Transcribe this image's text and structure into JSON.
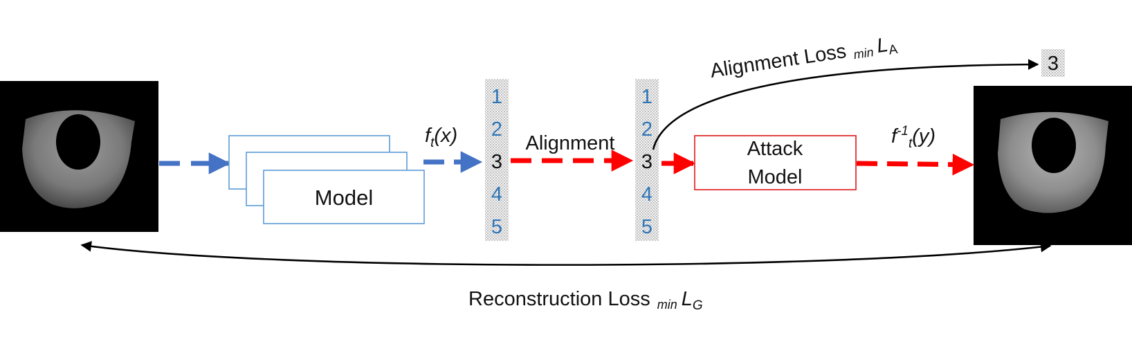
{
  "diagram": {
    "model_label": "Model",
    "attack_model_label": [
      "Attack",
      "Model"
    ],
    "feature_label": {
      "main": "f",
      "sub": "t",
      "arg": "(x)"
    },
    "inverse_label": {
      "main": "f",
      "sup": "-1",
      "sub": "t",
      "arg": "(y)"
    },
    "alignment_label": "Alignment",
    "alignment_loss": {
      "text": "Alignment Loss",
      "min": "min",
      "sym": "L",
      "sub": "A"
    },
    "reconstruction_loss": {
      "text": "Reconstruction Loss",
      "min": "min",
      "sym": "L",
      "sub": "G"
    },
    "feature_vector_1": [
      "1",
      "2",
      "3",
      "4",
      "5"
    ],
    "feature_vector_2": [
      "1",
      "2",
      "3",
      "4",
      "5"
    ],
    "target_value": "3",
    "highlight_index": 2,
    "colors": {
      "blue": "#4472c4",
      "red": "#ff0000",
      "model_box": "#5b9bd5",
      "attack_box": "#e03030",
      "num_blue": "#2e75b6"
    },
    "icons": [
      "input-iris-image",
      "reconstructed-iris-image"
    ]
  }
}
